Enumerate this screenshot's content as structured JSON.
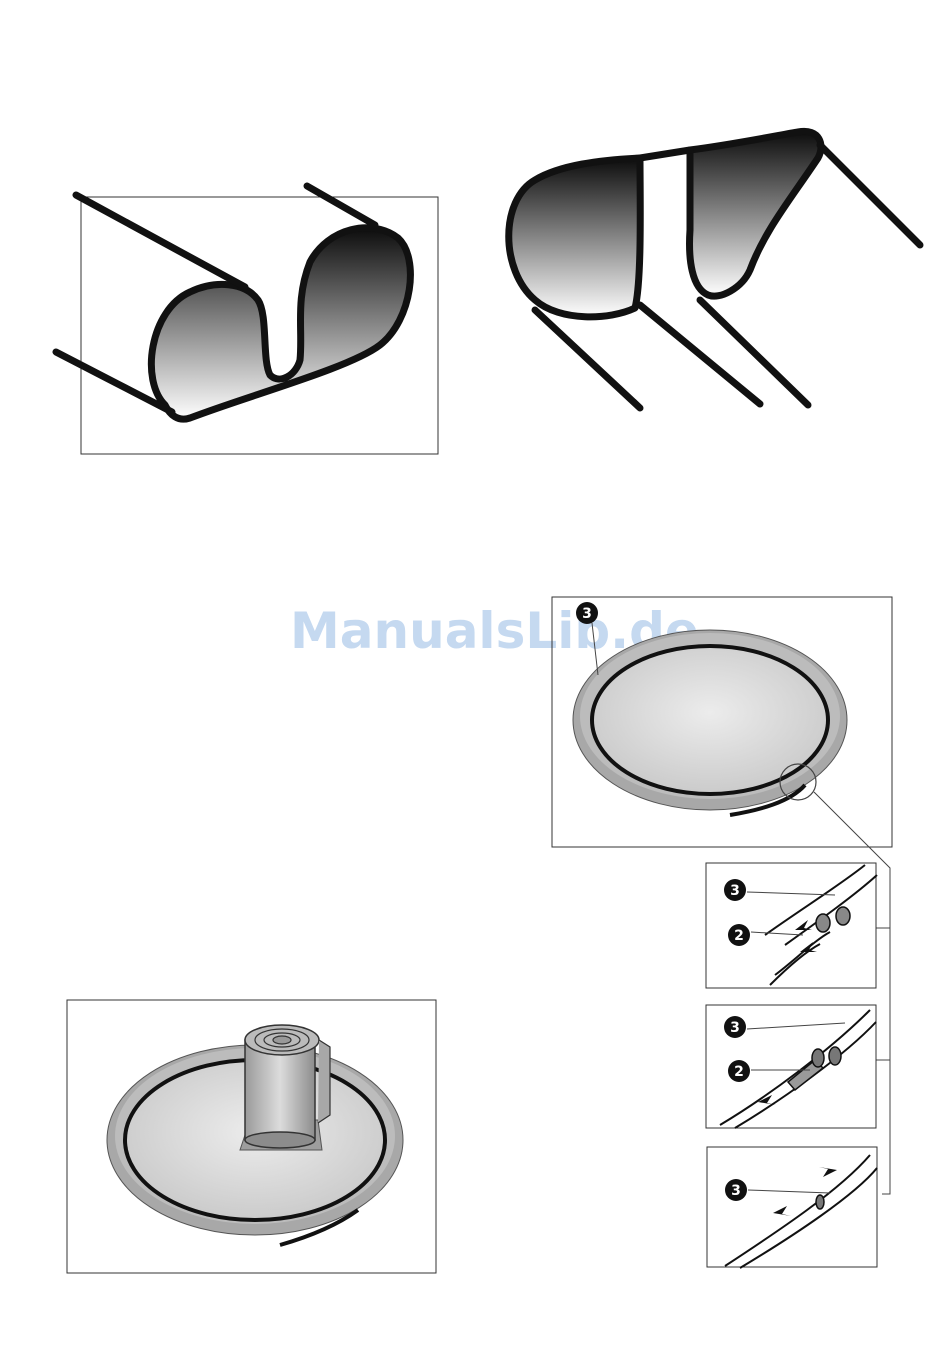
{
  "watermark": "ManualsLib.de",
  "labels": {
    "three": "3",
    "two": "2"
  },
  "colors": {
    "line": "#111111",
    "frame": "#333333",
    "gradient_dark": "#0c0c0c",
    "gradient_light": "#ffffff",
    "disc_fill": "#dcdcdc",
    "disc_rim": "#8a8a8a",
    "watermark": "#bcd3ee"
  },
  "icons": [
    "folded-tube-illustration",
    "cut-tube-illustration",
    "disc-with-seal-illustration",
    "seal-joint-detail-illustration",
    "arrow-icon",
    "callout-circle"
  ]
}
